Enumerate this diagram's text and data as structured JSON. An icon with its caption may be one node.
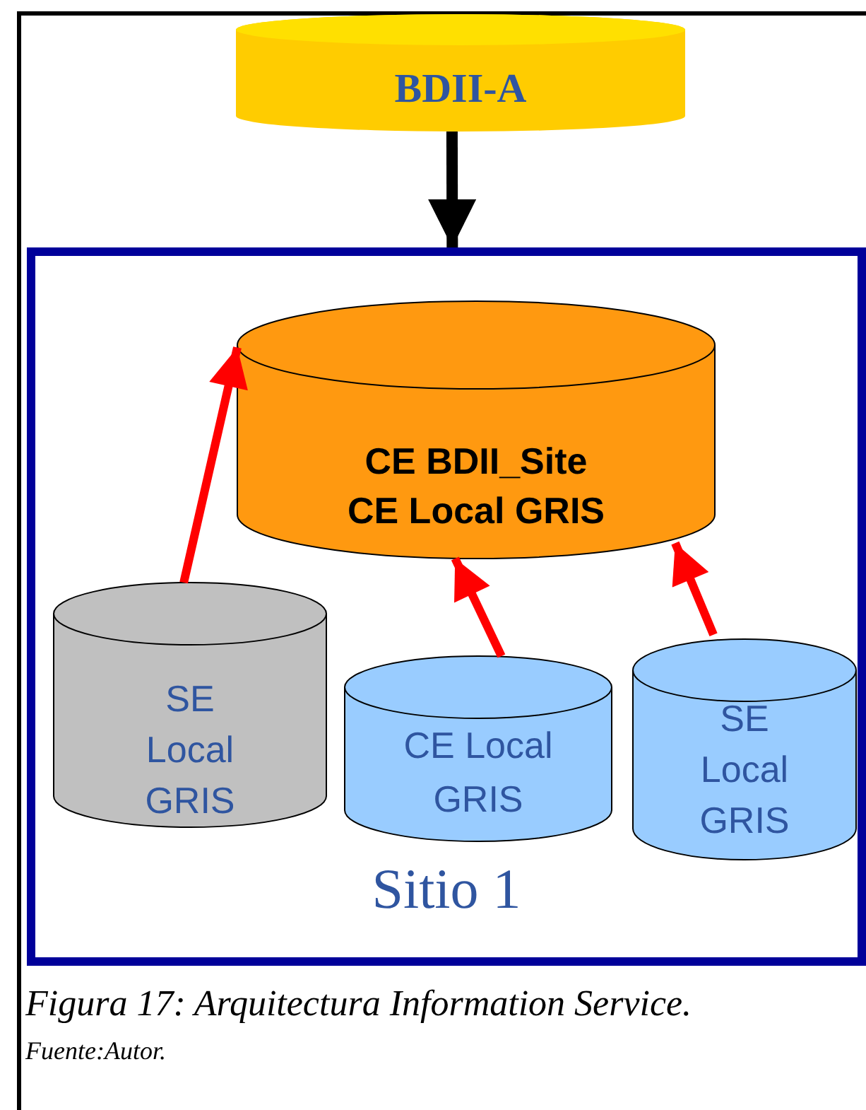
{
  "diagram": {
    "caption": "Figura 17: Arquitectura Information Service.",
    "nodes": [
      {
        "text": [
          "BDII-A"
        ]
      },
      {
        "text": [
          "Sitio 1"
        ]
      },
      {
        "text": [
          "CE BDII_Site CE Local GRIS"
        ],
        "in": 1
      },
      {
        "text": [
          "SE Local GRIS"
        ],
        "in": 1
      },
      {
        "text": [
          "CE Local GRIS"
        ],
        "in": 1
      },
      {
        "text": [
          "SE Local GRIS"
        ],
        "in": 1
      }
    ],
    "edges": [
      {
        "from": 0,
        "to": 1,
        "arrow": "to",
        "color": "#000000"
      },
      {
        "from": 3,
        "to": 2,
        "arrow": "to"
      },
      {
        "from": 4,
        "to": 2,
        "arrow": "to"
      },
      {
        "from": 5,
        "to": 2,
        "arrow": "to"
      }
    ],
    "labels": [
      "Fuente:Autor."
    ]
  }
}
